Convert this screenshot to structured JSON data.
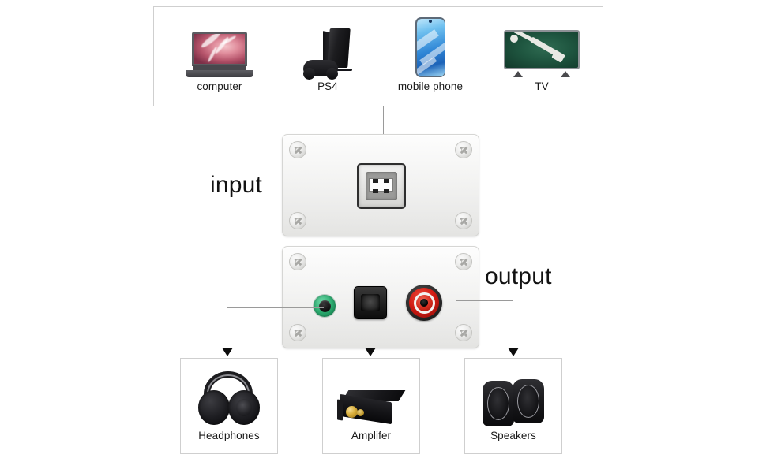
{
  "diagram": {
    "title": "USB DAC audio converter connection diagram",
    "input_label": "input",
    "output_label": "output",
    "line_color": "#9a9a9a",
    "arrow_color": "#0d0d0d",
    "box_border_color": "#cfcfcf",
    "background": "#ffffff"
  },
  "sources": {
    "box_name": "input-sources-box",
    "items": [
      {
        "label": "computer",
        "icon": "laptop-icon"
      },
      {
        "label": "PS4",
        "icon": "game-console-icon"
      },
      {
        "label": "mobile phone",
        "icon": "smartphone-icon"
      },
      {
        "label": "TV",
        "icon": "television-icon"
      }
    ]
  },
  "input_panel": {
    "name": "input-panel",
    "ports": [
      {
        "label": "USB Type-B port",
        "icon": "usb-b-port-icon",
        "color": "#e3e3e1"
      }
    ],
    "screws": 4
  },
  "output_panel": {
    "name": "output-panel",
    "ports": [
      {
        "label": "3.5mm headphone jack",
        "icon": "audio-jack-35mm-icon",
        "color": "#2eae72"
      },
      {
        "label": "optical SPDIF port",
        "icon": "optical-toslink-port-icon",
        "color": "#1a1a1a"
      },
      {
        "label": "RCA coaxial jack",
        "icon": "rca-jack-icon",
        "color": "#cf1a12"
      }
    ],
    "screws": 4
  },
  "destinations": {
    "items": [
      {
        "label": "Headphones",
        "icon": "headphones-icon"
      },
      {
        "label": "Amplifer",
        "icon": "amplifier-icon"
      },
      {
        "label": "Speakers",
        "icon": "speakers-icon"
      }
    ]
  }
}
